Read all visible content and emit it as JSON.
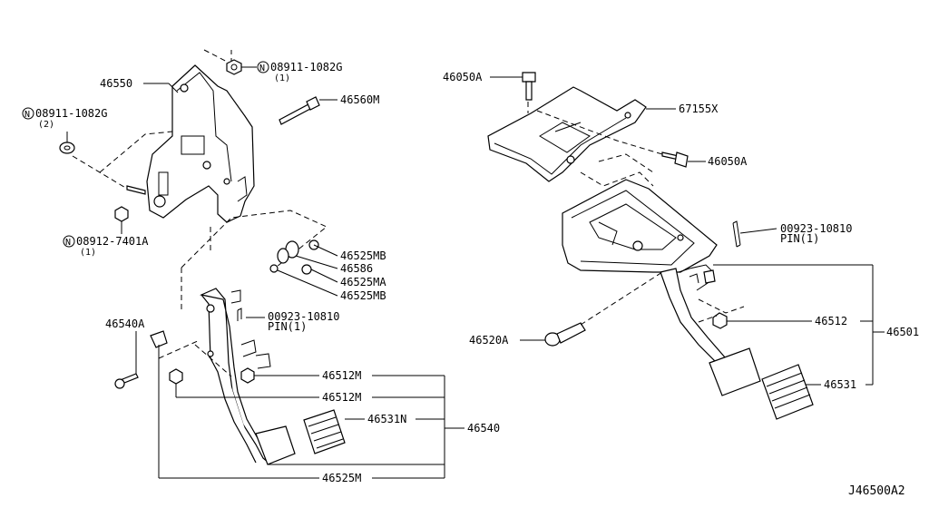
{
  "labels": {
    "p46550": "46550",
    "p08911a": "08911-1082G",
    "p08911a_qty": "(1)",
    "p08911b": "08911-1082G",
    "p08911b_qty": "(2)",
    "p46560m": "46560M",
    "p08912": "08912-7401A",
    "p08912_qty": "(1)",
    "p46525mb_a": "46525MB",
    "p46586": "46586",
    "p46525ma": "46525MA",
    "p46525mb_b": "46525MB",
    "p00923_l": "00923-10810",
    "pin_l": "PIN(1)",
    "p46540a": "46540A",
    "p46512m_a": "46512M",
    "p46512m_b": "46512M",
    "p46531n": "46531N",
    "p46540": "46540",
    "p46525m": "46525M",
    "p46050a_a": "46050A",
    "p67155x": "67155X",
    "p46050a_b": "46050A",
    "p00923_r": "00923-10810",
    "pin_r": "PIN(1)",
    "p46512": "46512",
    "p46501": "46501",
    "p46520a": "46520A",
    "p46531": "46531",
    "diagram_code": "J46500A2"
  },
  "symbols": {
    "nut_marker": "N"
  }
}
